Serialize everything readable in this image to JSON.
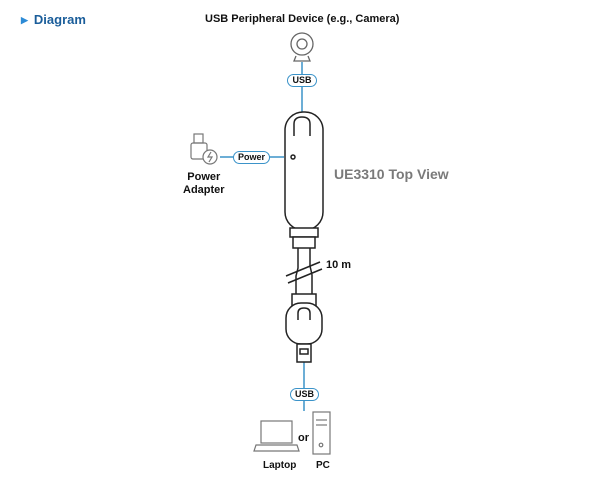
{
  "section_heading": "Diagram",
  "device_title": "USB Peripheral Device (e.g., Camera)",
  "usb_label_top": "USB",
  "power_label": "Power",
  "power_adapter_label": "Power\nAdapter",
  "product_view_label": "UE3310 Top View",
  "cable_length_label": "10 m",
  "usb_label_bottom": "USB",
  "or_label": "or",
  "laptop_label": "Laptop",
  "pc_label": "PC",
  "colors": {
    "heading": "#1a5d9a",
    "connector_blue": "#3b93c9",
    "view_label_gray": "#7a7a7a",
    "outline": "#222222"
  },
  "icons": [
    "triangle-bullet-icon",
    "webcam-icon",
    "power-adapter-icon",
    "laptop-icon",
    "pc-tower-icon"
  ]
}
